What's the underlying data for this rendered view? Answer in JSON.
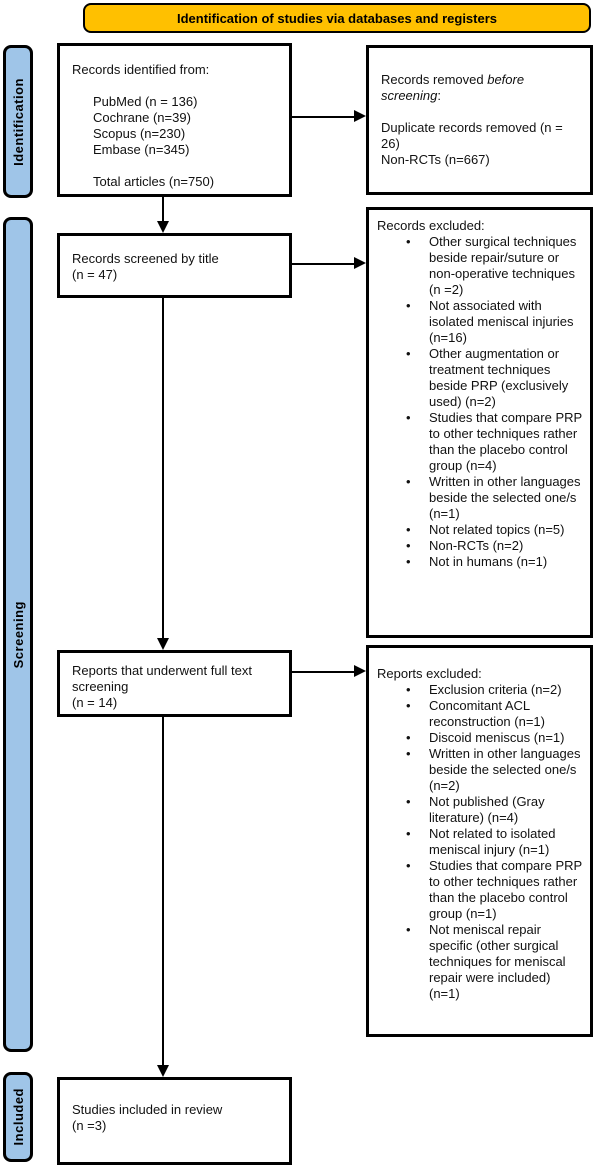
{
  "banner": {
    "label": "Identification of studies via databases and registers",
    "bg_color": "#FFC000"
  },
  "sidebar": {
    "bg_color": "#9FC5E8",
    "stages": [
      {
        "label": "Identification"
      },
      {
        "label": "Screening"
      },
      {
        "label": "Included"
      }
    ]
  },
  "boxes": {
    "identified": {
      "title": "Records identified from:",
      "sources": [
        "PubMed (n = 136)",
        "Cochrane (n=39)",
        "Scopus (n=230)",
        "Embase (n=345)"
      ],
      "total": "Total articles (n=750)"
    },
    "removed_before": {
      "title_prefix": "Records removed ",
      "title_italic": "before screening",
      "title_suffix": ":",
      "lines": [
        "Duplicate records removed (n = 26)",
        "Non-RCTs (n=667)"
      ]
    },
    "screened": {
      "line1": "Records screened by title",
      "line2": "(n = 47)"
    },
    "records_excluded": {
      "title": "Records excluded:",
      "bullets": [
        "Other surgical techniques beside repair/suture or non-operative techniques (n =2)",
        "Not associated with isolated meniscal injuries (n=16)",
        "Other augmentation or treatment techniques beside PRP (exclusively used) (n=2)",
        "Studies that compare PRP to other techniques rather than the placebo control group (n=4)",
        "Written in other languages beside the selected one/s (n=1)",
        "Not related topics (n=5)",
        "Non-RCTs (n=2)",
        "Not in humans (n=1)"
      ]
    },
    "fulltext": {
      "line1": "Reports that underwent full text screening",
      "line2": "(n = 14)"
    },
    "reports_excluded": {
      "title": "Reports excluded:",
      "bullets": [
        "Exclusion criteria (n=2)",
        "Concomitant ACL reconstruction (n=1)",
        "Discoid meniscus (n=1)",
        "Written in other languages beside the selected one/s (n=2)",
        "Not published (Gray literature) (n=4)",
        "Not related to isolated meniscal injury (n=1)",
        "Studies that compare PRP to other techniques rather than the placebo control group (n=1)",
        "Not meniscal repair specific (other surgical techniques for meniscal repair were included) (n=1)"
      ]
    },
    "included_final": {
      "line1": "Studies included in review",
      "line2": "(n =3)"
    }
  }
}
